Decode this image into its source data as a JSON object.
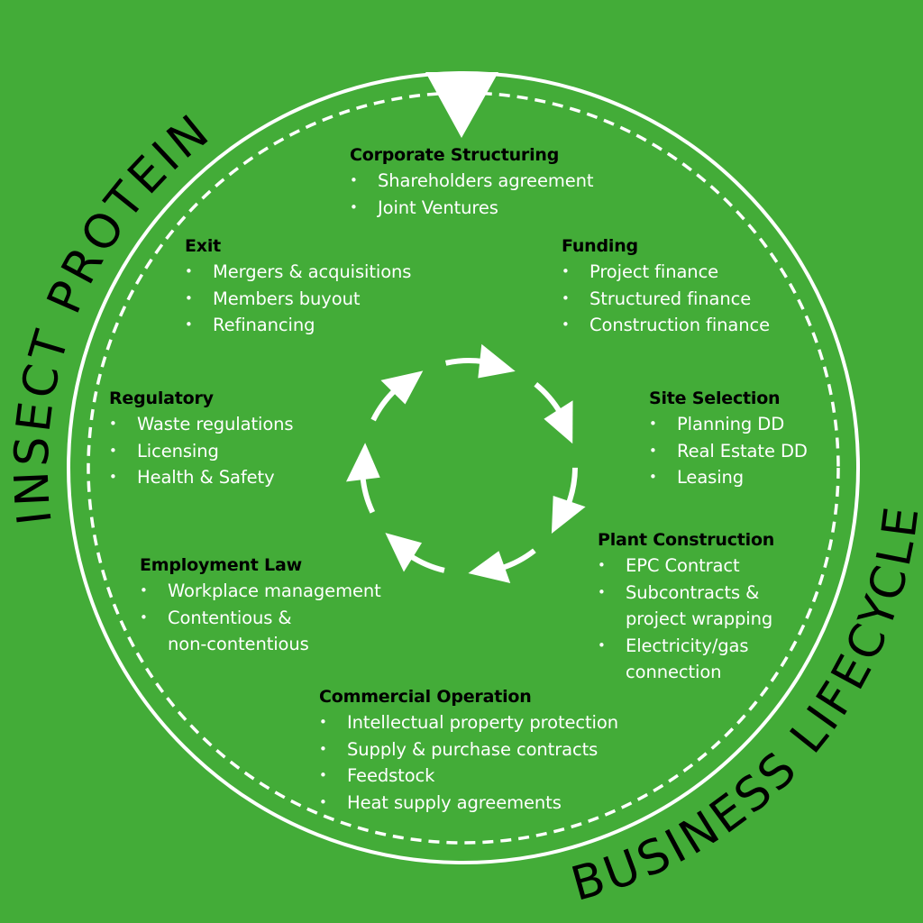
{
  "diagram": {
    "outer_title_left": "INSECT PROTEIN",
    "outer_title_right": "BUSINESS LIFECYCLE",
    "cycle_arrow_count": 7,
    "colors": {
      "background": "#43ac38",
      "heading": "#000000",
      "item": "#ffffff",
      "ring": "#ffffff"
    }
  },
  "sections": [
    {
      "id": "corporate-structuring",
      "title": "Corporate Structuring",
      "items": [
        "Shareholders agreement",
        "Joint Ventures"
      ]
    },
    {
      "id": "funding",
      "title": "Funding",
      "items": [
        "Project finance",
        "Structured finance",
        "Construction finance"
      ]
    },
    {
      "id": "site-selection",
      "title": "Site Selection",
      "items": [
        "Planning DD",
        "Real Estate DD",
        "Leasing"
      ]
    },
    {
      "id": "plant-construction",
      "title": "Plant Construction",
      "items": [
        "EPC Contract",
        "Subcontracts &\nproject wrapping",
        "Electricity/gas\nconnection"
      ]
    },
    {
      "id": "commercial-operation",
      "title": "Commercial Operation",
      "items": [
        "Intellectual property protection",
        "Supply & purchase contracts",
        "Feedstock",
        "Heat supply agreements"
      ]
    },
    {
      "id": "employment-law",
      "title": "Employment Law",
      "items": [
        "Workplace management",
        "Contentious &\nnon-contentious"
      ]
    },
    {
      "id": "regulatory",
      "title": "Regulatory",
      "items": [
        "Waste regulations",
        "Licensing",
        "Health & Safety"
      ]
    },
    {
      "id": "exit",
      "title": "Exit",
      "items": [
        "Mergers & acquisitions",
        "Members buyout",
        "Refinancing"
      ]
    }
  ],
  "bullet_glyph": "•"
}
